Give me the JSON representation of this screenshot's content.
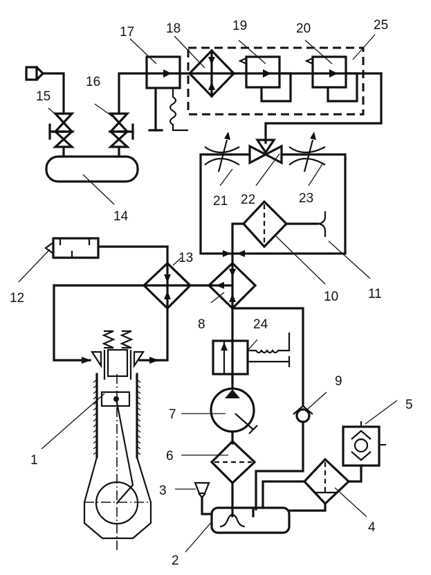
{
  "diagram": {
    "title": "",
    "background": "#ffffff",
    "ink": "#111111",
    "labels": [
      {
        "id": "1",
        "text": "1",
        "component": "engine-cylinder-piston"
      },
      {
        "id": "2",
        "text": "2",
        "component": "oil-tank"
      },
      {
        "id": "3",
        "text": "3",
        "component": "tank-filler-breather"
      },
      {
        "id": "4",
        "text": "4",
        "component": "return-filter"
      },
      {
        "id": "5",
        "text": "5",
        "component": "cooler-heat-exchanger"
      },
      {
        "id": "6",
        "text": "6",
        "component": "suction-filter"
      },
      {
        "id": "7",
        "text": "7",
        "component": "variable-pump"
      },
      {
        "id": "8",
        "text": "8",
        "component": "rectifier-block"
      },
      {
        "id": "9",
        "text": "9",
        "component": "check-valve"
      },
      {
        "id": "10",
        "text": "10",
        "component": "pressure-filter"
      },
      {
        "id": "11",
        "text": "11",
        "component": "quick-coupling"
      },
      {
        "id": "12",
        "text": "12",
        "component": "actuator-cylinder"
      },
      {
        "id": "13",
        "text": "13",
        "component": "rectifier-bridge"
      },
      {
        "id": "14",
        "text": "14",
        "component": "accumulator-receiver"
      },
      {
        "id": "15",
        "text": "15",
        "component": "shutoff-valve"
      },
      {
        "id": "16",
        "text": "16",
        "component": "shutoff-valve"
      },
      {
        "id": "17",
        "text": "17",
        "component": "solenoid-valve"
      },
      {
        "id": "18",
        "text": "18",
        "component": "rectifier-bridge"
      },
      {
        "id": "19",
        "text": "19",
        "component": "pressure-reducing-valve"
      },
      {
        "id": "20",
        "text": "20",
        "component": "pressure-reducing-valve"
      },
      {
        "id": "21",
        "text": "21",
        "component": "adjustable-throttle"
      },
      {
        "id": "22",
        "text": "22",
        "component": "three-way-valve"
      },
      {
        "id": "23",
        "text": "23",
        "component": "adjustable-throttle"
      },
      {
        "id": "24",
        "text": "24",
        "component": "solenoid-valve"
      },
      {
        "id": "25",
        "text": "25",
        "component": "valve-assembly-enclosure"
      }
    ]
  }
}
